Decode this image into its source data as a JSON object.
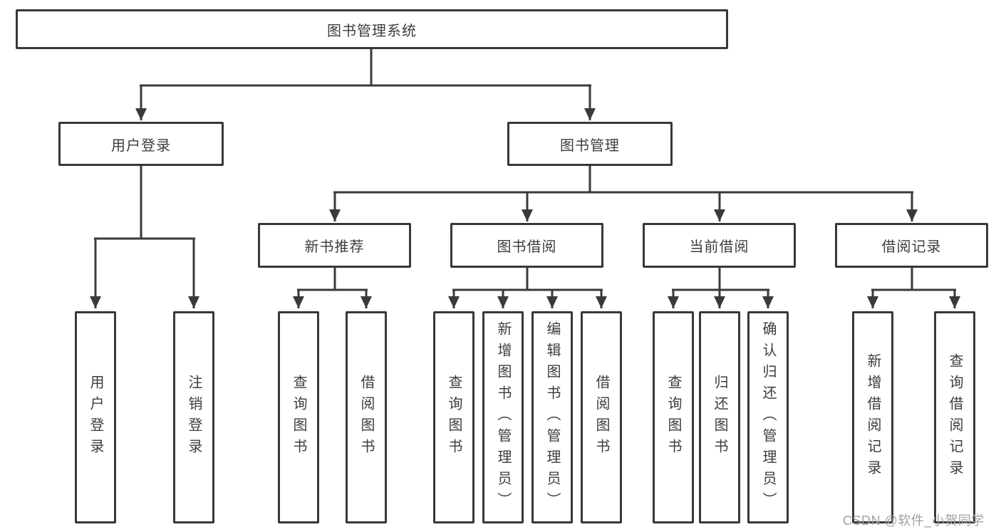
{
  "diagram": {
    "title_node": "图书管理系统",
    "root": {
      "label": "图书管理系统"
    },
    "branches": [
      {
        "label": "用户登录",
        "children": [
          {
            "label": "用户登录"
          },
          {
            "label": "注销登录"
          }
        ]
      },
      {
        "label": "图书管理",
        "children": [
          {
            "label": "新书推荐",
            "children": [
              {
                "label": "查询图书"
              },
              {
                "label": "借阅图书"
              }
            ]
          },
          {
            "label": "图书借阅",
            "children": [
              {
                "label": "查询图书"
              },
              {
                "label": "新增图书（管理员）"
              },
              {
                "label": "编辑图书（管理员）"
              },
              {
                "label": "借阅图书"
              }
            ]
          },
          {
            "label": "当前借阅",
            "children": [
              {
                "label": "查询图书"
              },
              {
                "label": "归还图书"
              },
              {
                "label": "确认归还（管理员）"
              }
            ]
          },
          {
            "label": "借阅记录",
            "children": [
              {
                "label": "新增借阅记录"
              },
              {
                "label": "查询借阅记录"
              }
            ]
          }
        ]
      }
    ]
  },
  "watermark": {
    "text": "CSDN @软件_小贺同学",
    "color": "#9ea0a5"
  },
  "colors": {
    "background": "#ffffff",
    "line": "#3a3a3a",
    "box_border": "#383838",
    "text": "#3d3d3d"
  }
}
